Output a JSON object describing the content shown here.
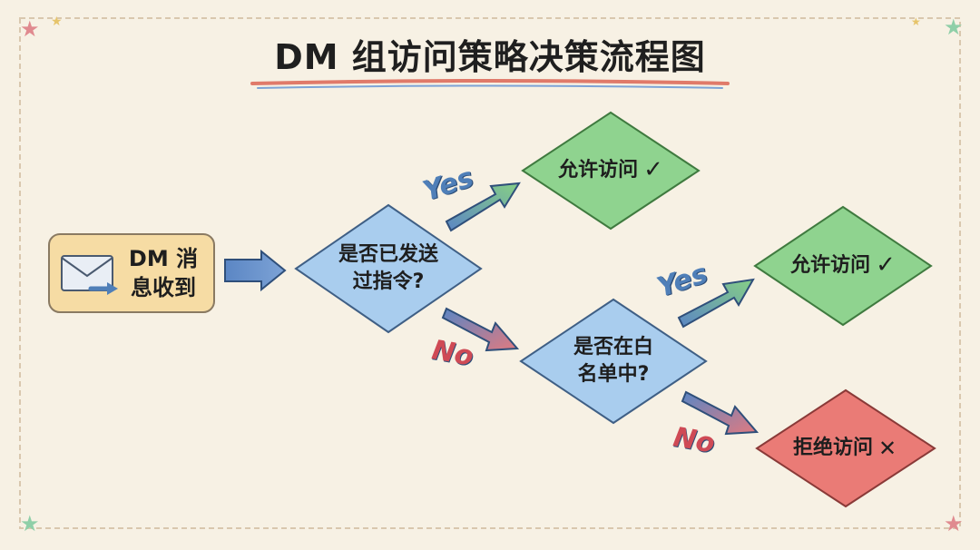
{
  "title": "DM 组访问策略决策流程图",
  "nodes": {
    "start": {
      "line1": "DM 消",
      "line2": "息收到",
      "icon": "envelope-arrow-icon"
    },
    "decision1": {
      "line1": "是否已发送",
      "line2": "过指令?"
    },
    "decision2": {
      "line1": "是否在白",
      "line2": "名单中?"
    },
    "allow1": {
      "text": "允许访问",
      "mark": "✓"
    },
    "allow2": {
      "text": "允许访问",
      "mark": "✓"
    },
    "deny": {
      "text": "拒绝访问",
      "mark": "✕"
    }
  },
  "edges": {
    "yes1": "Yes",
    "no1": "No",
    "yes2": "Yes",
    "no2": "No"
  },
  "colors": {
    "background": "#f7f1e4",
    "decision_fill": "#a9cdee",
    "allow_fill": "#8fd38f",
    "deny_fill": "#ea7b76",
    "start_fill": "#f6dca4",
    "arrow_blue": "#5b86c4",
    "arrow_red": "#d86b74",
    "arrow_green": "#7fc47f"
  }
}
